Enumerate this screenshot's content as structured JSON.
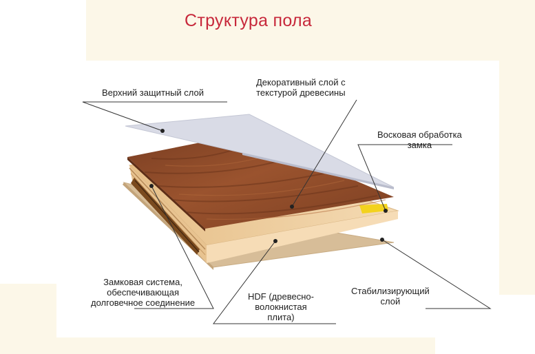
{
  "title": "Структура пола",
  "labels": {
    "top_coat": [
      "Верхний защитный слой"
    ],
    "decor": [
      "Декоративный слой с",
      "текстурой древесины"
    ],
    "wax": [
      "Восковая обработка",
      "замка"
    ],
    "lock": [
      "Замковая система,",
      "обеспечивающая",
      "долговечное соединение"
    ],
    "hdf": [
      "HDF (древесно-",
      "волокнистая",
      "плита)"
    ],
    "stab": [
      "Стабилизирующий",
      "слой"
    ]
  },
  "colors": {
    "title": "#c7283b",
    "protective_layer": "#d9dbe6",
    "decor_layer": "#8e4a2a",
    "hdf_core": "#f1d2a6",
    "wax_edge": "#f3d21e",
    "stabilizing_layer": "#d7bd98"
  }
}
